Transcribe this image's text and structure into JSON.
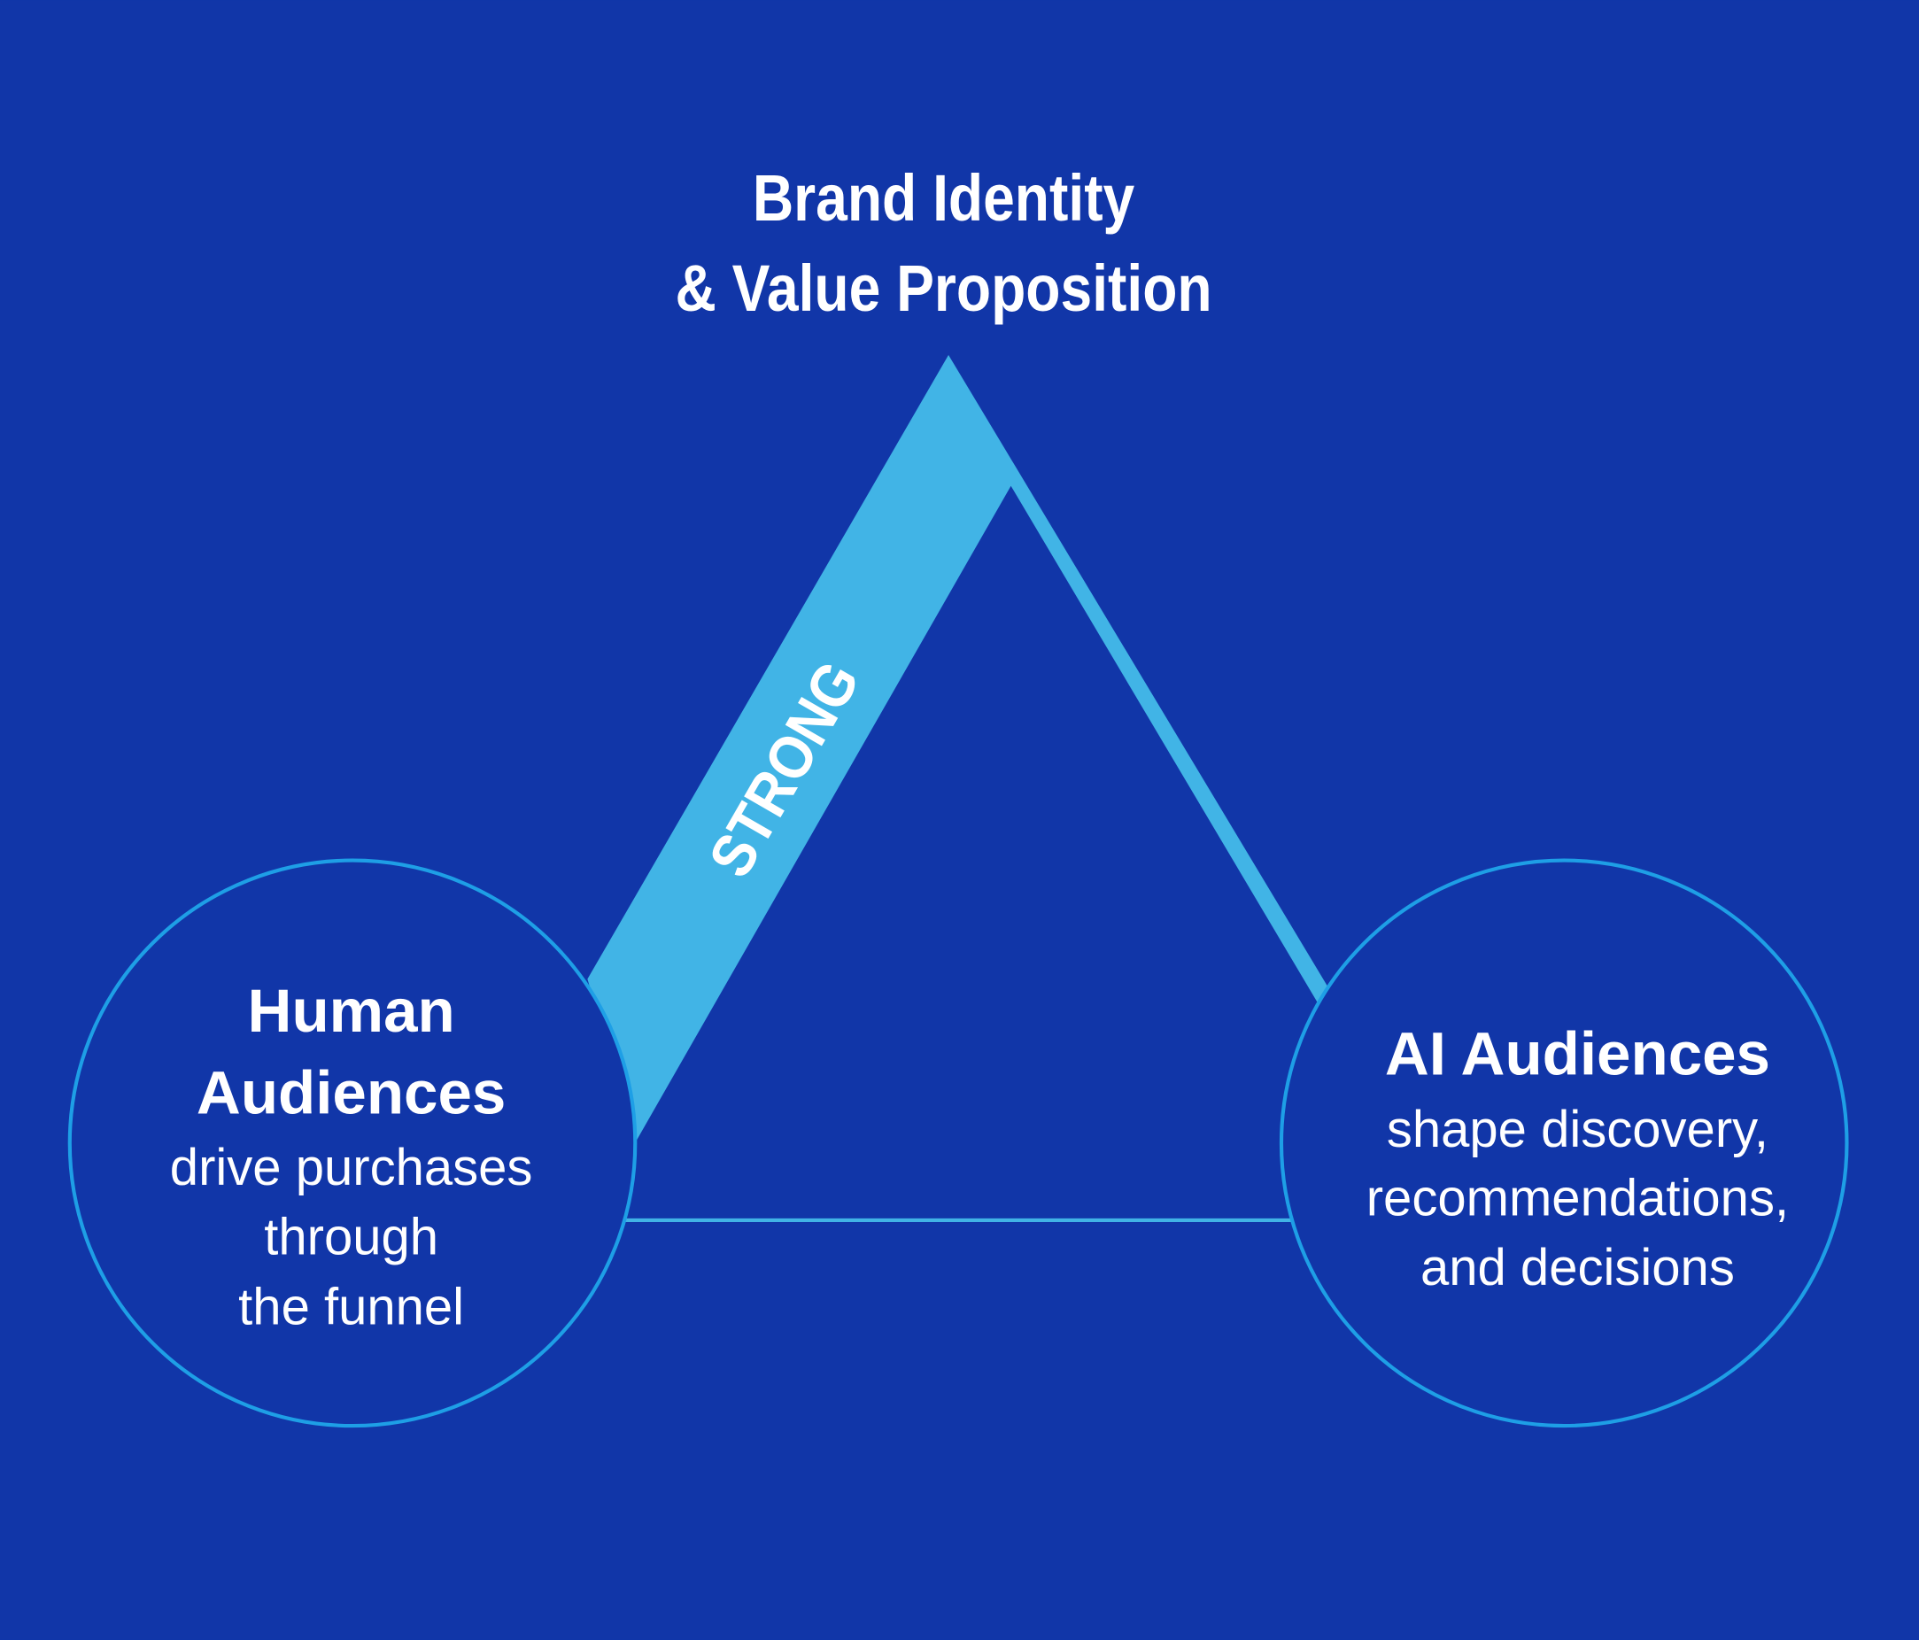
{
  "colors": {
    "background": "#1136A8",
    "accent": "#41B4E6",
    "circle_stroke": "#1E9FE6"
  },
  "top": {
    "line1": "Brand Identity",
    "line2": "& Value Proposition"
  },
  "edge_label": "STRONG",
  "left": {
    "head1": "Human",
    "head2": "Audiences",
    "body": [
      "drive purchases",
      "through",
      "the funnel"
    ]
  },
  "right": {
    "head": "AI Audiences",
    "body": [
      "shape discovery,",
      "recommendations,",
      "and decisions"
    ]
  }
}
